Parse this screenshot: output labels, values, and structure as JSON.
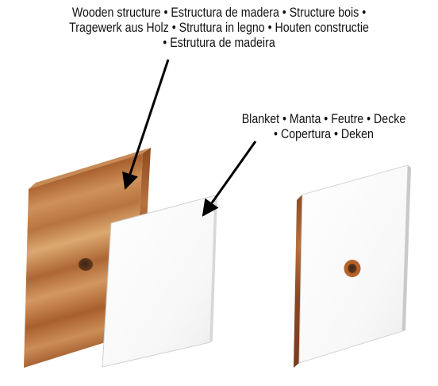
{
  "labels": {
    "wood": {
      "line1": "Wooden structure • Estructura de madera • Structure bois •",
      "line2": "Tragewerk aus Holz • Struttura in legno • Houten constructie",
      "line3": "• Estrutura de madeira"
    },
    "blanket": {
      "line1": "Blanket • Manta • Feutre • Decke",
      "line2": "• Copertura • Deken"
    }
  },
  "colors": {
    "wood_light": "#c98a55",
    "wood_dark": "#8a4a22",
    "blanket": "#ffffff",
    "arrow": "#000000"
  }
}
